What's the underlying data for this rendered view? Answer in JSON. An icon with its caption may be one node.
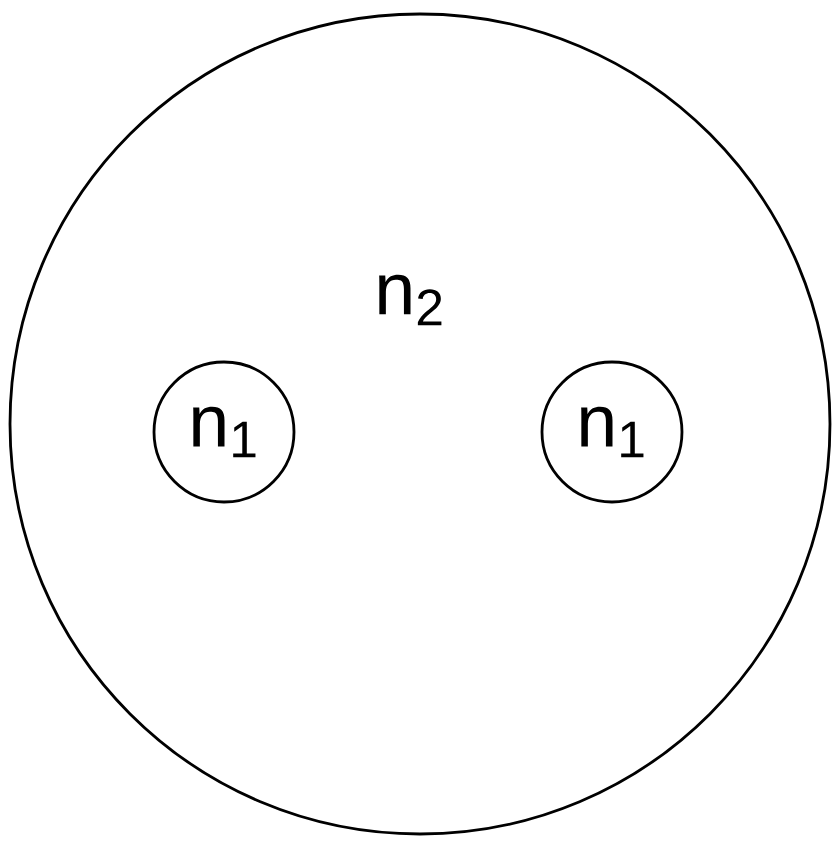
{
  "diagram": {
    "nodes": [
      {
        "text": [
          "n$_{2}$"
        ]
      },
      {
        "text": [
          "n$_{1}$"
        ],
        "in": 0
      },
      {
        "text": [
          "n$_{1}$"
        ],
        "in": 0
      }
    ]
  }
}
